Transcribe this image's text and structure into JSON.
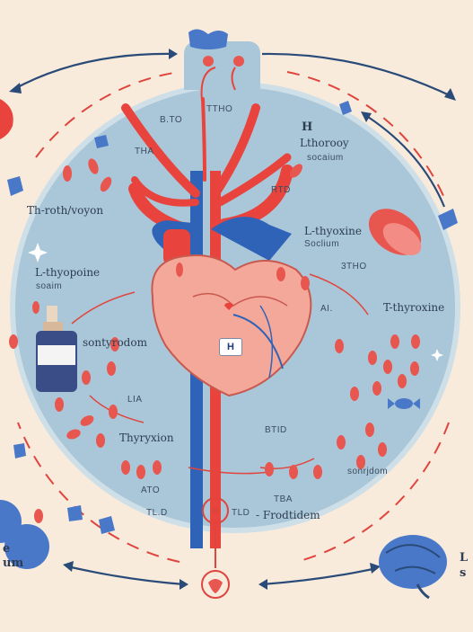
{
  "labels": {
    "top_btd": "B.TO",
    "top_ttho": "TTHO",
    "top_h": "H",
    "top_right_1": "Lthorooy",
    "top_right_2": "socaium",
    "tha_upper": "THA",
    "left_1": "Th-roth/voyon",
    "rtd_upper": "RTD",
    "mid_right_1": "L-thyoxine",
    "mid_right_2": "Soclium",
    "right_3tho": "3THO",
    "left_mid_1": "L-thyopoine",
    "left_mid_2": "soaim",
    "right_tthy": "T-thyroxine",
    "ai_right": "AI.",
    "sontyrodom": "sontyrodom",
    "heart_badge": "H",
    "lia": "LIA",
    "thyryxion": "Thyryxion",
    "btid": "BTID",
    "ato": "ATO",
    "tha_lower": "TBA",
    "tlo_left": "TL.D",
    "tlo_right": "TLD",
    "frodtidem": "- Frodtidem",
    "sonrjdom": "sonrjdom",
    "bl_1": "e",
    "bl_2": "um",
    "br_1": "L",
    "br_2": "s"
  },
  "colors": {
    "background": "#f8ebdc",
    "circle_fill": "#a9c7d8",
    "vein_blue": "#2f63b8",
    "artery_red": "#e8433c",
    "heart_pink": "#f4a89a",
    "pill_red": "#e8574f",
    "arrow_navy": "#2a4a78",
    "brain_blue": "#4a78c8"
  },
  "icons": [
    "bottle-icon",
    "brain-icon",
    "pill-icon",
    "candy-icon",
    "thyroid-icon"
  ]
}
